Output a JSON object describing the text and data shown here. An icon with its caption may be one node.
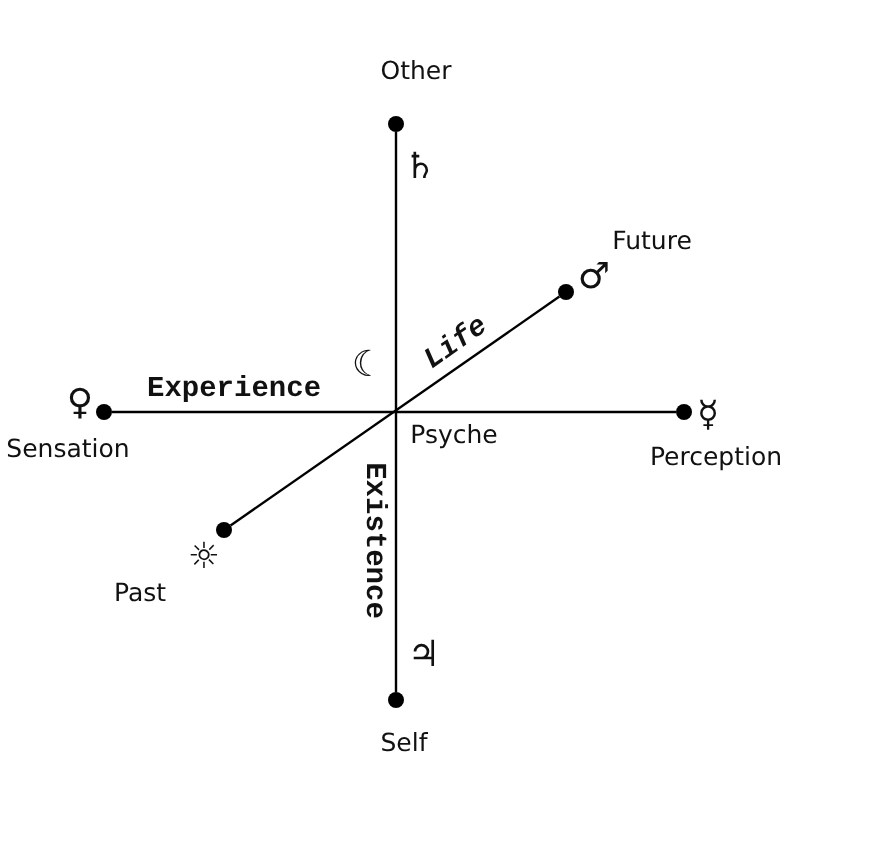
{
  "diagram": {
    "nodes": [
      {
        "text": [],
        "shape": "circle",
        "beside": [
          "Other"
        ]
      },
      {
        "text": [],
        "shape": "circle",
        "beside": [
          "Future"
        ]
      },
      {
        "text": [],
        "shape": "circle",
        "beside": [
          "Sensation"
        ]
      },
      {
        "text": [],
        "shape": "circle",
        "beside": [
          "Perception"
        ]
      },
      {
        "text": [],
        "shape": "circle",
        "beside": [
          "Past"
        ]
      },
      {
        "text": [],
        "shape": "circle",
        "beside": [
          "Self"
        ]
      }
    ],
    "edges": [
      {
        "from": 0,
        "to": 5,
        "arrow": "none",
        "label": "Existence"
      },
      {
        "from": 2,
        "to": 3,
        "arrow": "none",
        "label": "Experience"
      },
      {
        "from": 4,
        "to": 1,
        "arrow": "none",
        "label": "Life"
      }
    ],
    "labels": [
      "♄",
      "♂",
      "☾",
      "♀",
      "☿",
      "Psyche",
      "☼",
      "♃"
    ]
  }
}
